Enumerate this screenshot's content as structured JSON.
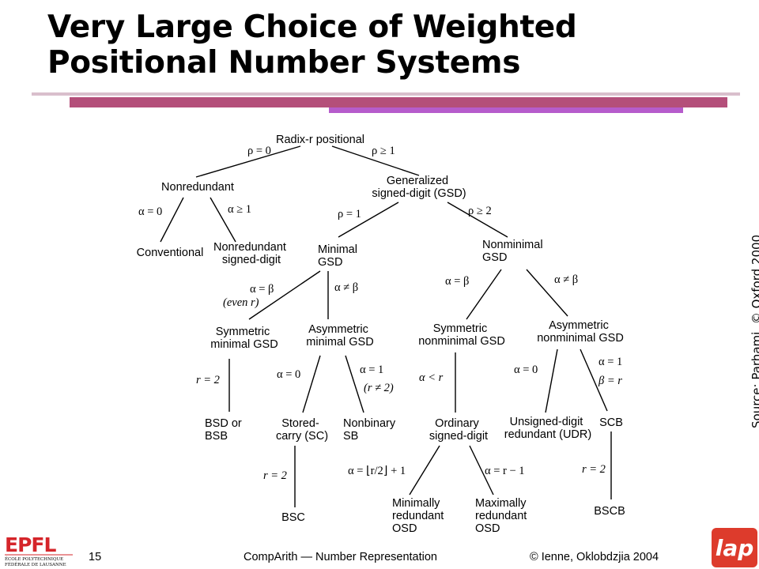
{
  "slide": {
    "title": "Very Large Choice of Weighted Positional Number Systems",
    "source": "Source: Parhami, © Oxford 2000",
    "page_number": "15",
    "course": "CompArith — Number Representation",
    "copyright": "© Ienne, Oklobdzjia 2004"
  },
  "colors": {
    "rule_top": "#d9bfcc",
    "rule_mid": "#b44f7a",
    "rule_low": "#b65ccc",
    "epfl_red": "#d5252a",
    "lap_red": "#dd3b2c"
  },
  "logos": {
    "epfl": {
      "mark": "EPFL",
      "line1": "ÉCOLE POLYTECHNIQUE",
      "line2": "FÉDÉRALE DE LAUSANNE"
    },
    "lap": {
      "mark": "lap"
    }
  },
  "tree": {
    "root": "Radix-r positional",
    "nonredundant": "Nonredundant",
    "gsd": [
      "Generalized",
      "signed-digit (GSD)"
    ],
    "conventional": "Conventional",
    "nonredundant_sd": [
      "Nonredundant",
      "signed-digit"
    ],
    "minimal_gsd": [
      "Minimal",
      "GSD"
    ],
    "nonminimal_gsd": [
      "Nonminimal",
      "GSD"
    ],
    "sym_min_gsd": [
      "Symmetric",
      "minimal GSD"
    ],
    "asym_min_gsd": [
      "Asymmetric",
      "minimal GSD"
    ],
    "sym_nonmin_gsd": [
      "Symmetric",
      "nonminimal GSD"
    ],
    "asym_nonmin_gsd": [
      "Asymmetric",
      "nonminimal GSD"
    ],
    "bsd": [
      "BSD or",
      "BSB"
    ],
    "stored_carry": [
      "Stored-",
      "carry (SC)"
    ],
    "nonbinary_sb": [
      "Nonbinary",
      "SB"
    ],
    "ordinary_sd": [
      "Ordinary",
      "signed-digit"
    ],
    "udr": [
      "Unsigned-digit",
      "redundant (UDR)"
    ],
    "scb": "SCB",
    "bsc": "BSC",
    "min_red_osd": [
      "Minimally",
      "redundant",
      "OSD"
    ],
    "max_red_osd": [
      "Maximally",
      "redundant",
      "OSD"
    ],
    "bscb": "BSCB"
  },
  "edges": {
    "rho_eq_0": "ρ = 0",
    "rho_ge_1": "ρ ≥ 1",
    "alpha_eq_0_a": "α = 0",
    "alpha_ge_1": "α ≥ 1",
    "rho_eq_1": "ρ = 1",
    "rho_ge_2": "ρ ≥ 2",
    "alpha_eq_beta_a": "α = β",
    "even_r": "(even r)",
    "alpha_ne_beta_a": "α ≠ β",
    "alpha_eq_beta_b": "α = β",
    "alpha_ne_beta_b": "α ≠ β",
    "r_eq_2_a": "r = 2",
    "alpha_eq_0_b": "α = 0",
    "alpha_eq_1_a": "α = 1",
    "r_ne_2": "(r ≠ 2)",
    "alpha_lt_r": "α < r",
    "alpha_eq_0_c": "α = 0",
    "alpha_eq_1_b": "α = 1",
    "beta_eq_r": "β = r",
    "r_eq_2_b": "r = 2",
    "alpha_floor": "α = ⌊r/2⌋ + 1",
    "alpha_r_minus_1": "α = r − 1",
    "r_eq_2_c": "r = 2"
  }
}
